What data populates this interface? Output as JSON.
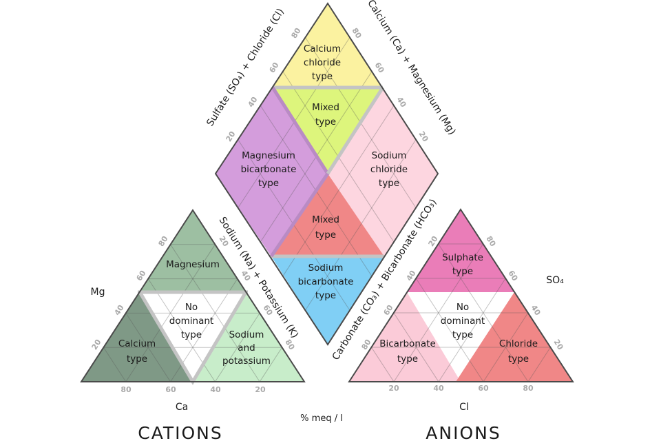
{
  "colors": {
    "calcium_chloride": "#fbf2a0",
    "mixed_top": "#ddf57c",
    "magnesium_bicarbonate": "#d49ddc",
    "sodium_chloride": "#fdd6e0",
    "mixed_bottom": "#f08787",
    "sodium_bicarbonate": "#80cff5",
    "magnesium": "#9dbfa2",
    "calcium": "#7f9986",
    "sodium_potassium": "#c8edca",
    "sulphate": "#ea7db8",
    "bicarbonate": "#fbcbd8",
    "chloride": "#f08787"
  },
  "diamond": {
    "calcium_chloride": [
      "Calcium",
      "chloride",
      "type"
    ],
    "mixed_top": [
      "Mixed",
      "type"
    ],
    "magnesium_bicarbonate": [
      "Magnesium",
      "bicarbonate",
      "type"
    ],
    "sodium_chloride": [
      "Sodium",
      "chloride",
      "type"
    ],
    "mixed_bottom": [
      "Mixed",
      "type"
    ],
    "sodium_bicarbonate": [
      "Sodium",
      "bicarbonate",
      "type"
    ],
    "axis_upper_left": "Sulfate (SO₄) + Chloride (Cl)",
    "axis_upper_right": "Calcium (Ca) + Magnesium (Mg)",
    "axis_lower_left": "Sodium (Na) + Potassium (K)",
    "axis_lower_right": "Carbonate (CO₃) + Bicarbonate (HCO₃)",
    "ticks_upper_left": [
      "80",
      "60",
      "40",
      "20"
    ],
    "ticks_upper_right": [
      "80",
      "60",
      "40",
      "20"
    ]
  },
  "cations": {
    "title": "CATIONS",
    "magnesium": [
      "Magnesium"
    ],
    "no_dominant": [
      "No",
      "dominant",
      "type"
    ],
    "calcium": [
      "Calcium",
      "type"
    ],
    "sodium_potassium": [
      "Sodium",
      "and",
      "potassium"
    ],
    "axis_mg": "Mg",
    "axis_ca": "Ca",
    "ticks_left": [
      "80",
      "60",
      "40",
      "20"
    ],
    "ticks_right": [
      "20",
      "40",
      "60",
      "80"
    ],
    "ticks_base": [
      "80",
      "60",
      "40",
      "20"
    ]
  },
  "anions": {
    "title": "ANIONS",
    "sulphate": [
      "Sulphate",
      "type"
    ],
    "no_dominant": [
      "No",
      "dominant",
      "type"
    ],
    "bicarbonate": [
      "Bicarbonate",
      "type"
    ],
    "chloride": [
      "Chloride",
      "type"
    ],
    "axis_so4": "SO₄",
    "axis_cl": "Cl",
    "ticks_left": [
      "20",
      "40",
      "60",
      "80"
    ],
    "ticks_right": [
      "80",
      "60",
      "40",
      "20"
    ],
    "ticks_base": [
      "20",
      "40",
      "60",
      "80"
    ]
  },
  "units": "% meq / l"
}
